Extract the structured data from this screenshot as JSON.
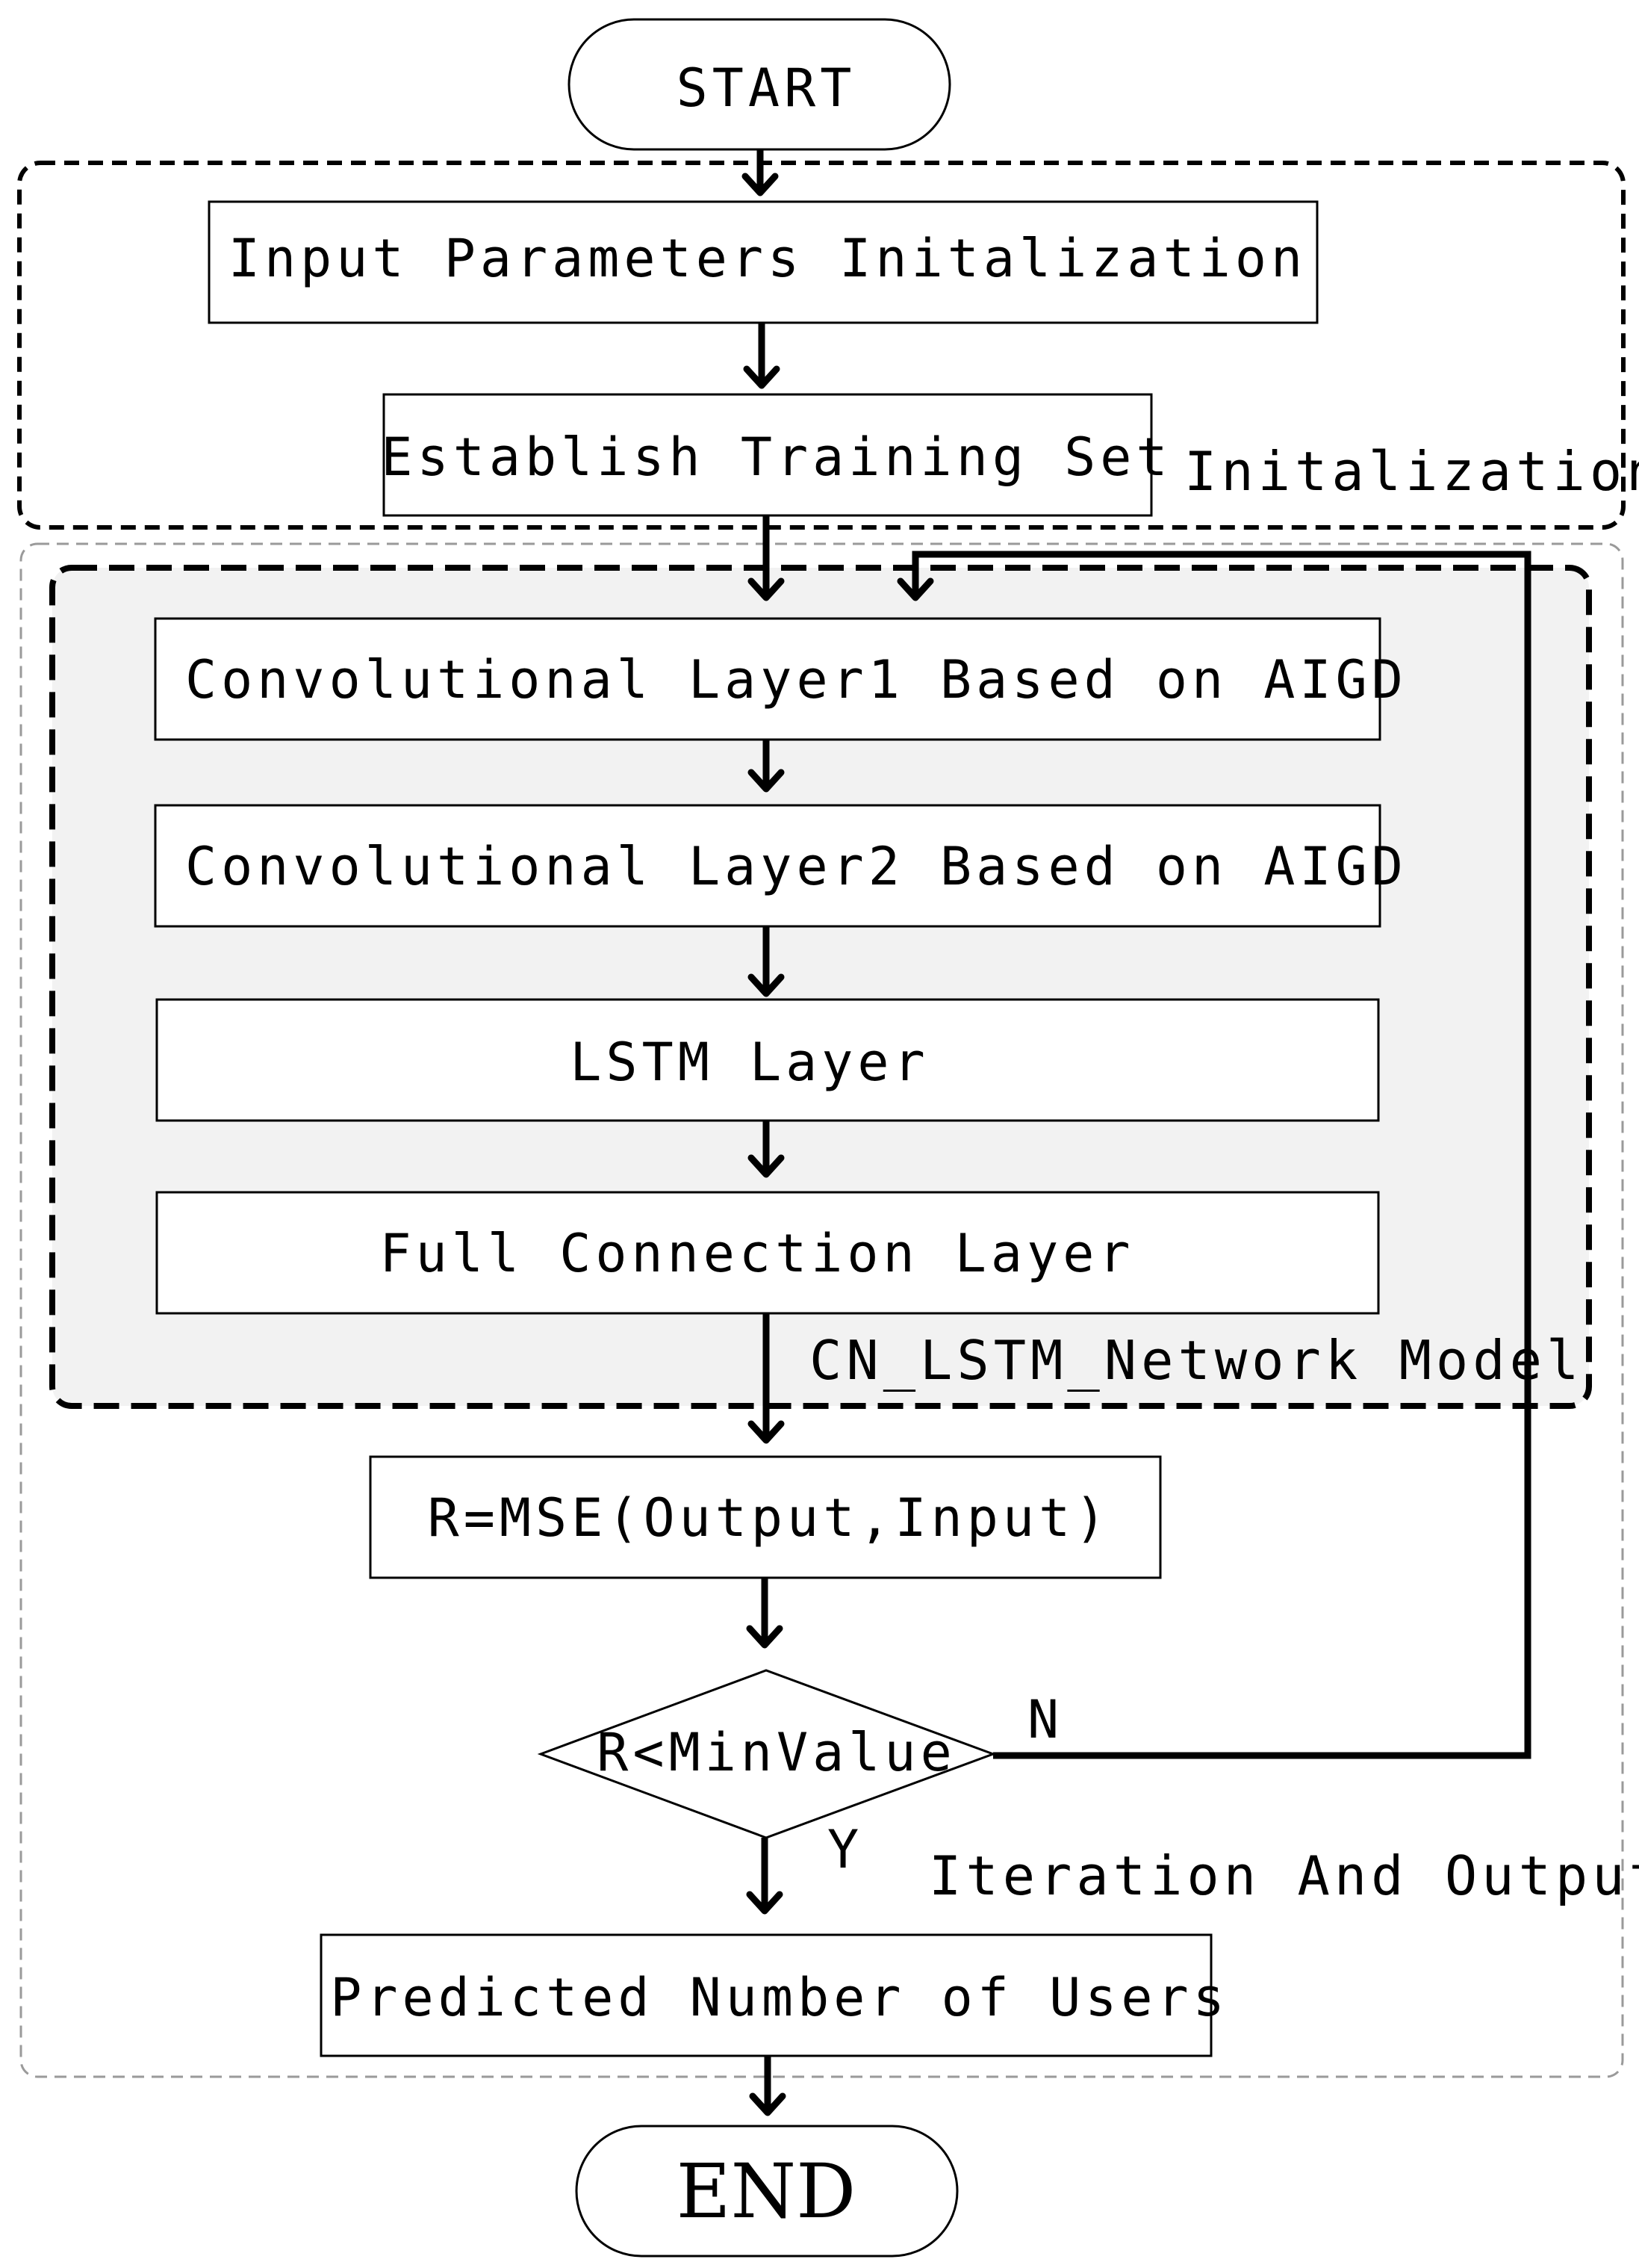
{
  "nodes": {
    "start": "START",
    "input_params": "Input Parameters Initalization",
    "training_set": "Establish Training Set",
    "conv1": "Convolutional Layer1 Based on AIGD",
    "conv2": "Convolutional Layer2 Based on AIGD",
    "lstm": "LSTM Layer",
    "full_conn": "Full Connection Layer",
    "mse": "R=MSE(Output,Input)",
    "decision": "R<MinValue",
    "predicted": "Predicted Number of Users",
    "end": "END"
  },
  "groups": {
    "initialization": "Initalization",
    "network_model": "CN_LSTM_Network Model",
    "iteration": "Iteration And Output"
  },
  "branches": {
    "no": "N",
    "yes": "Y"
  }
}
